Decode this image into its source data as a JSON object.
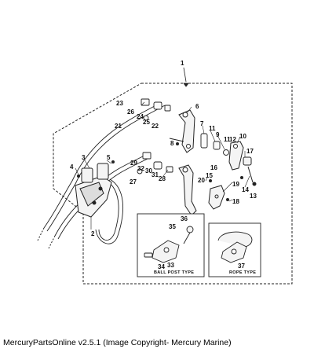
{
  "diagram": {
    "callouts": [
      "1",
      "2",
      "3",
      "4",
      "5",
      "6",
      "7",
      "8",
      "9",
      "10",
      "11",
      "12",
      "13",
      "14",
      "15",
      "16",
      "17",
      "18",
      "19",
      "20",
      "21",
      "22",
      "23",
      "24",
      "25",
      "26",
      "27",
      "28",
      "29",
      "30",
      "31",
      "32",
      "33",
      "34",
      "35",
      "36",
      "37"
    ],
    "insets": {
      "ball_post": "BALL POST TYPE",
      "rope": "ROPE TYPE"
    }
  },
  "footer": {
    "text": "MercuryPartsOnline v2.5.1 (Image Copyright- Mercury Marine)"
  }
}
